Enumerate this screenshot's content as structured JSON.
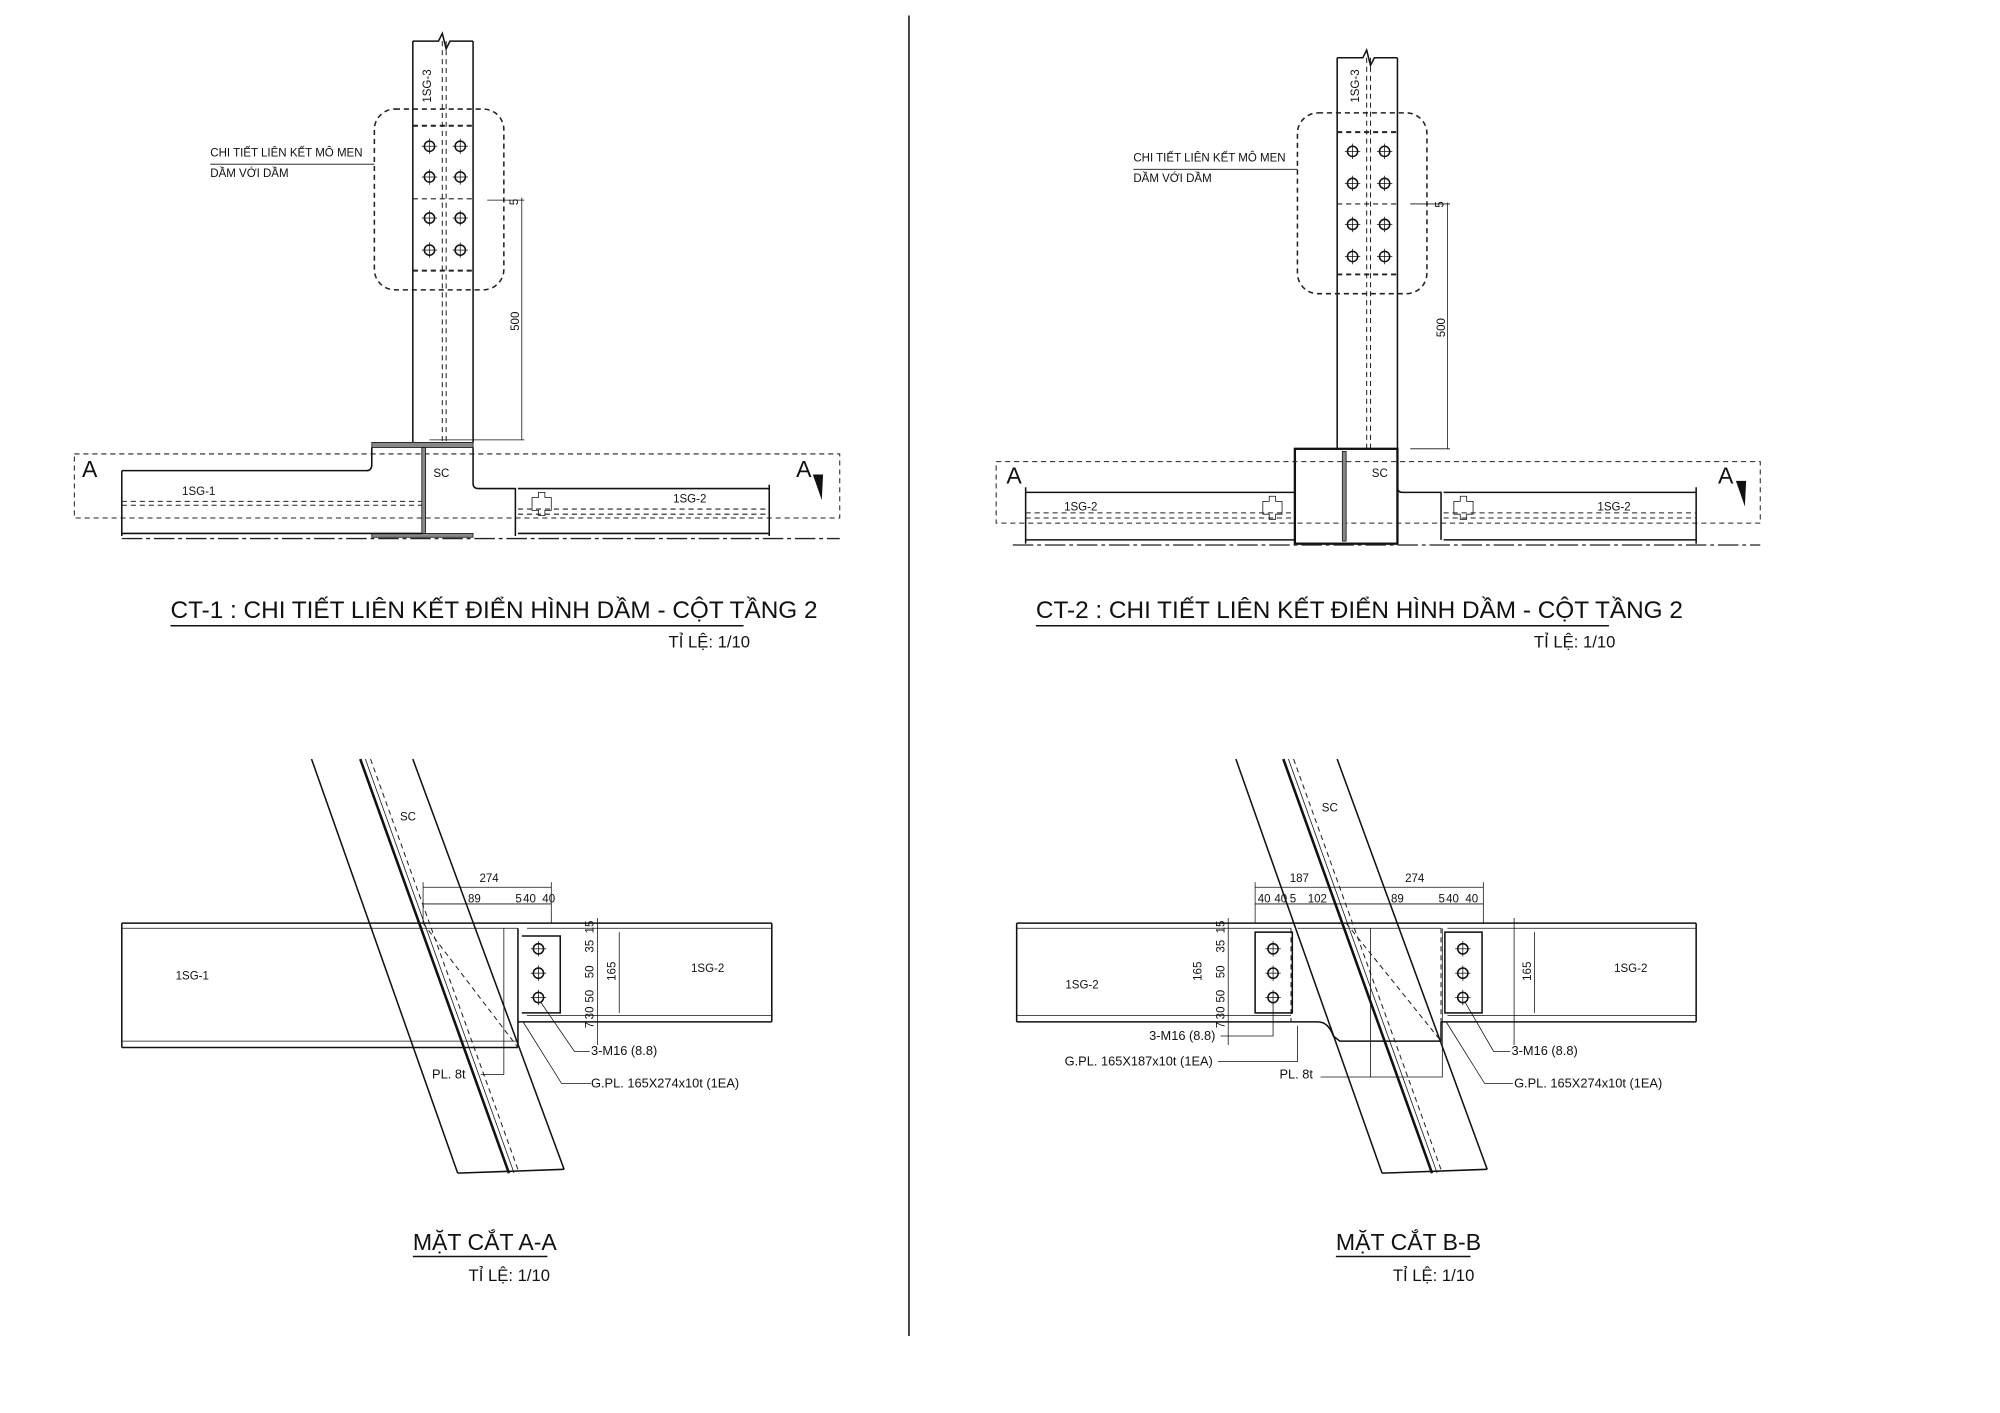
{
  "ct1": {
    "title": "CT-1 : CHI TIẾT LIÊN KẾT ĐIỂN HÌNH DẦM - CỘT TẦNG 2",
    "scale": "TỈ LỆ: 1/10",
    "note_line1": "CHI TIẾT LIÊN KẾT MÔ MEN",
    "note_line2": "DẦM VỚI DẦM",
    "column_label": "1SG-3",
    "dim_500": "500",
    "dim_5": "5",
    "section_mark": "A",
    "beam_left": "1SG-1",
    "beam_right": "1SG-2",
    "column_sc": "SC"
  },
  "ct2": {
    "title": "CT-2 : CHI TIẾT LIÊN KẾT ĐIỂN HÌNH DẦM - CỘT TẦNG 2",
    "scale": "TỈ LỆ: 1/10",
    "note_line1": "CHI TIẾT LIÊN KẾT MÔ MEN",
    "note_line2": "DẦM VỚI DẦM",
    "column_label": "1SG-3",
    "dim_500": "500",
    "dim_5": "5",
    "section_mark": "A",
    "beam_left": "1SG-2",
    "beam_right": "1SG-2",
    "column_sc": "SC"
  },
  "section_aa": {
    "title": "MẶT CẮT A-A",
    "scale": "TỈ LỆ: 1/10",
    "sc": "SC",
    "beam_left": "1SG-1",
    "beam_right": "1SG-2",
    "dims_top": [
      "274",
      "89",
      "5",
      "40",
      "40"
    ],
    "dims_side": [
      "15",
      "35",
      "50",
      "50",
      "30",
      "7",
      "165"
    ],
    "bolts": "3-M16 (8.8)",
    "gusset": "G.PL. 165X274x10t (1EA)",
    "plate": "PL. 8t"
  },
  "section_bb": {
    "title": "MẶT CẮT B-B",
    "scale": "TỈ LỆ: 1/10",
    "sc": "SC",
    "beam_left": "1SG-2",
    "beam_right": "1SG-2",
    "dims_top_left": [
      "187",
      "40",
      "40",
      "5",
      "102"
    ],
    "dims_top_right": [
      "274",
      "89",
      "5",
      "40",
      "40"
    ],
    "dims_side": [
      "15",
      "35",
      "50",
      "50",
      "30",
      "7",
      "165"
    ],
    "bolts_left": "3-M16 (8.8)",
    "gusset_left": "G.PL. 165X187x10t (1EA)",
    "plate": "PL. 8t",
    "bolts_right": "3-M16 (8.8)",
    "gusset_right": "G.PL. 165X274x10t (1EA)"
  }
}
